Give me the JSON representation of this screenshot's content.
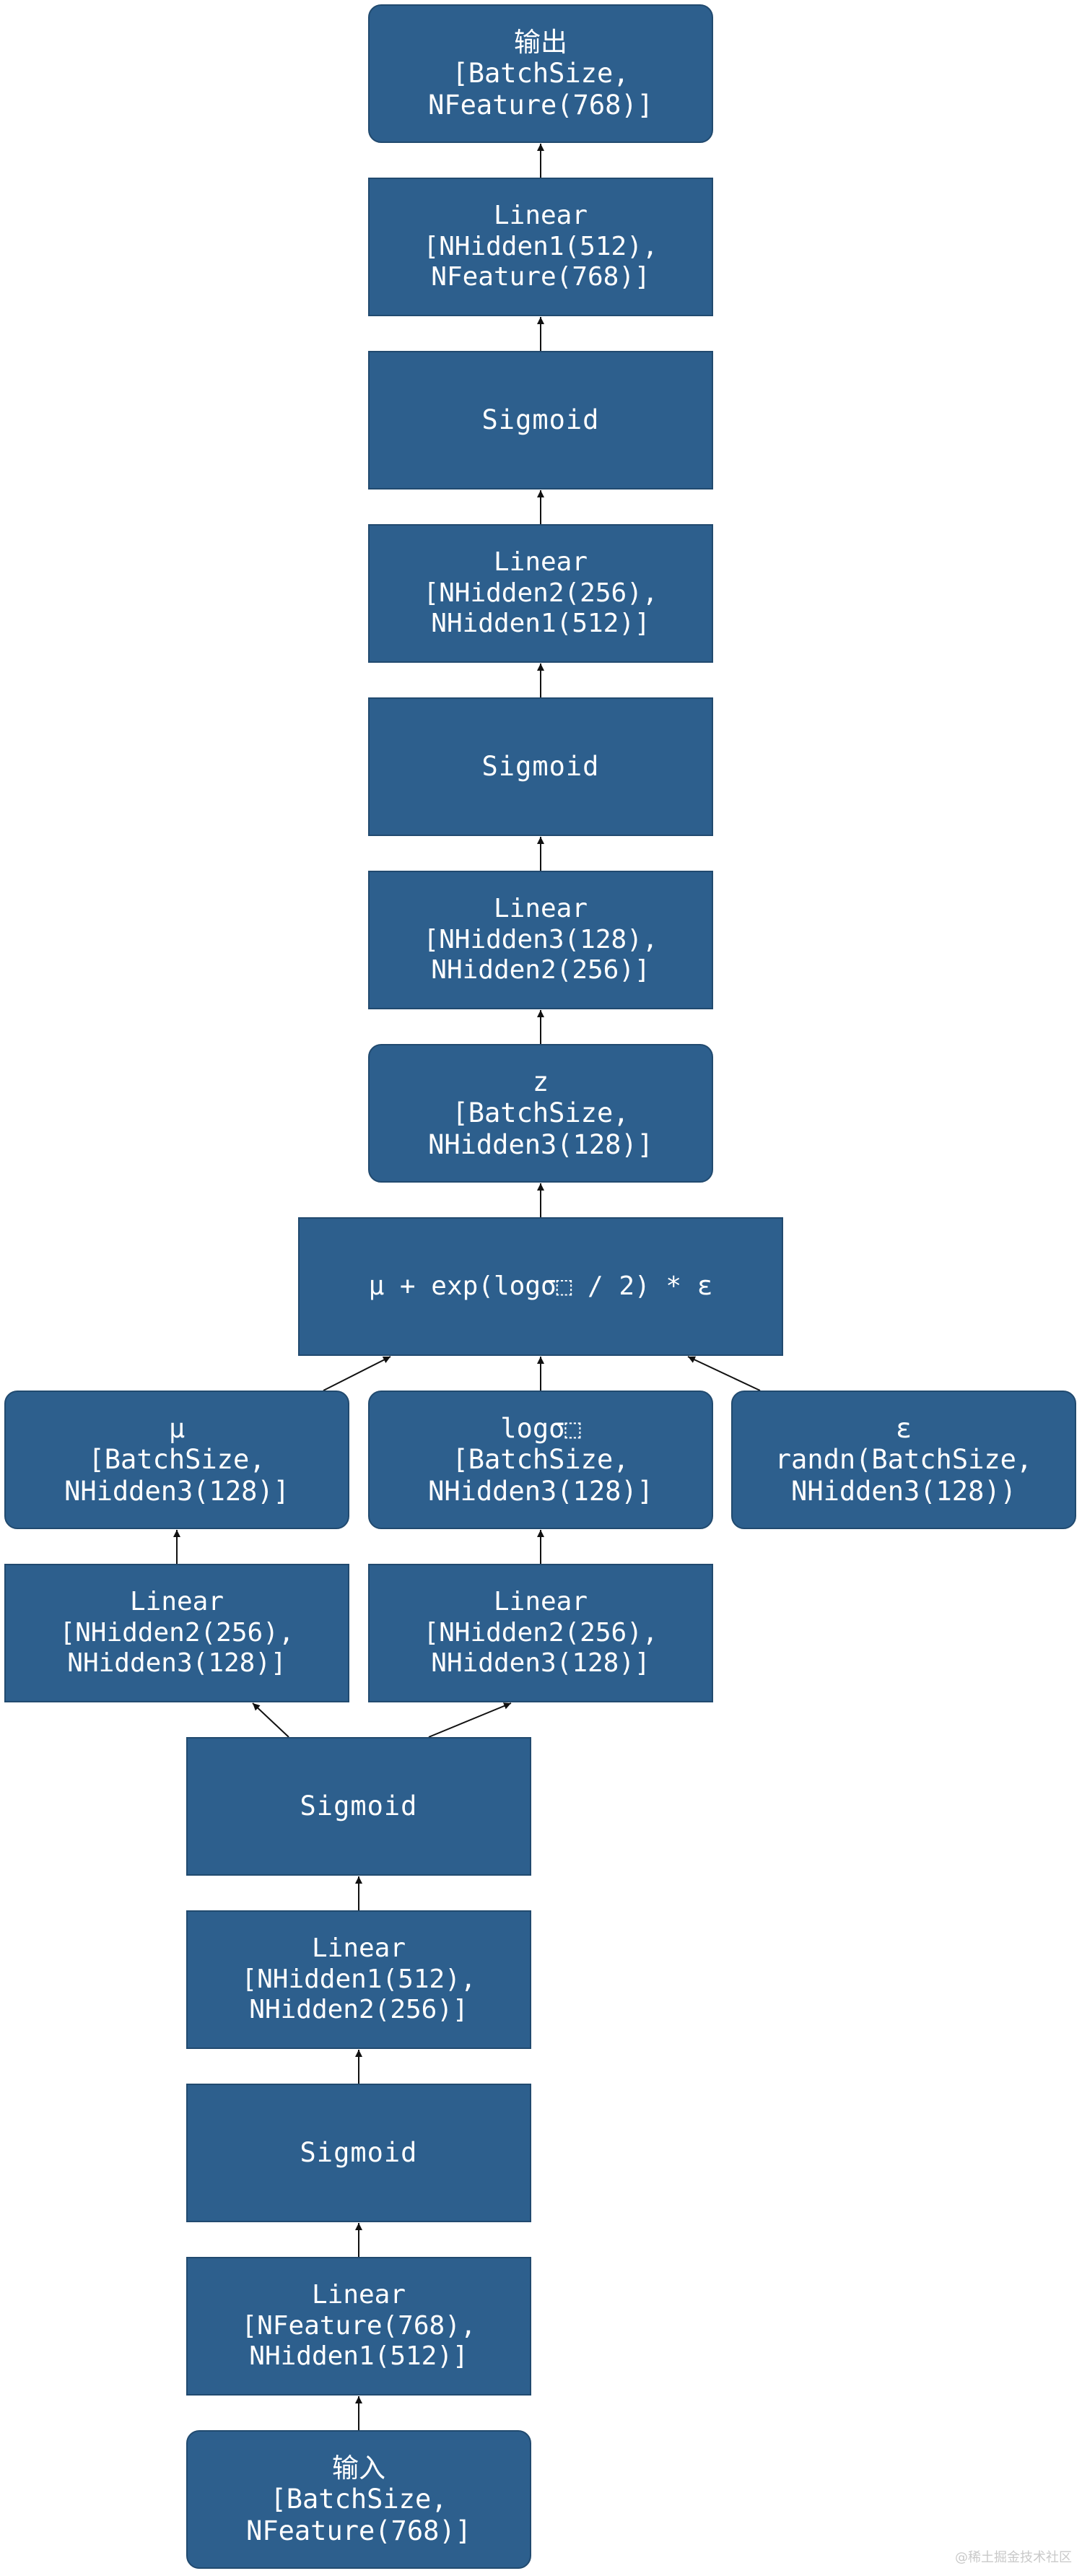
{
  "diagram": {
    "nodes": [
      {
        "id": "output",
        "label": "输出\n[BatchSize,\nNFeature(768)]",
        "kind": "tensor",
        "shape": "rounded"
      },
      {
        "id": "dec-lin3",
        "label": "Linear\n[NHidden1(512),\nNFeature(768)]",
        "kind": "op",
        "shape": "square"
      },
      {
        "id": "dec-sig2",
        "label": "Sigmoid",
        "kind": "act",
        "shape": "square"
      },
      {
        "id": "dec-lin2",
        "label": "Linear\n[NHidden2(256),\nNHidden1(512)]",
        "kind": "op",
        "shape": "square"
      },
      {
        "id": "dec-sig1",
        "label": "Sigmoid",
        "kind": "act",
        "shape": "square"
      },
      {
        "id": "dec-lin1",
        "label": "Linear\n[NHidden3(128),\nNHidden2(256)]",
        "kind": "op",
        "shape": "square"
      },
      {
        "id": "z",
        "label": "z\n[BatchSize,\nNHidden3(128)]",
        "kind": "tensor",
        "shape": "rounded"
      },
      {
        "id": "reparam",
        "label": "μ + exp(logσ⬚ / 2) * ε",
        "kind": "op",
        "shape": "square"
      },
      {
        "id": "mu",
        "label": "μ\n[BatchSize,\nNHidden3(128)]",
        "kind": "tensor",
        "shape": "rounded"
      },
      {
        "id": "logvar",
        "label": "logσ⬚\n[BatchSize,\nNHidden3(128)]",
        "kind": "tensor",
        "shape": "rounded"
      },
      {
        "id": "eps",
        "label": "ε\nrandn(BatchSize,\nNHidden3(128))",
        "kind": "tensor",
        "shape": "rounded"
      },
      {
        "id": "mu-lin",
        "label": "Linear\n[NHidden2(256),\nNHidden3(128)]",
        "kind": "op",
        "shape": "square"
      },
      {
        "id": "logvar-lin",
        "label": "Linear\n[NHidden2(256),\nNHidden3(128)]",
        "kind": "op",
        "shape": "square"
      },
      {
        "id": "enc-sig2",
        "label": "Sigmoid",
        "kind": "act",
        "shape": "square"
      },
      {
        "id": "enc-lin2",
        "label": "Linear\n[NHidden1(512),\nNHidden2(256)]",
        "kind": "op",
        "shape": "square"
      },
      {
        "id": "enc-sig1",
        "label": "Sigmoid",
        "kind": "act",
        "shape": "square"
      },
      {
        "id": "enc-lin1",
        "label": "Linear\n[NFeature(768),\nNHidden1(512)]",
        "kind": "op",
        "shape": "square"
      },
      {
        "id": "input",
        "label": "输入\n[BatchSize,\nNFeature(768)]",
        "kind": "tensor",
        "shape": "rounded"
      }
    ],
    "edges": [
      {
        "from": "input",
        "to": "enc-lin1"
      },
      {
        "from": "enc-lin1",
        "to": "enc-sig1"
      },
      {
        "from": "enc-sig1",
        "to": "enc-lin2"
      },
      {
        "from": "enc-lin2",
        "to": "enc-sig2"
      },
      {
        "from": "enc-sig2",
        "to": "mu-lin"
      },
      {
        "from": "enc-sig2",
        "to": "logvar-lin"
      },
      {
        "from": "mu-lin",
        "to": "mu"
      },
      {
        "from": "logvar-lin",
        "to": "logvar"
      },
      {
        "from": "mu",
        "to": "reparam"
      },
      {
        "from": "logvar",
        "to": "reparam"
      },
      {
        "from": "eps",
        "to": "reparam"
      },
      {
        "from": "reparam",
        "to": "z"
      },
      {
        "from": "z",
        "to": "dec-lin1"
      },
      {
        "from": "dec-lin1",
        "to": "dec-sig1"
      },
      {
        "from": "dec-sig1",
        "to": "dec-lin2"
      },
      {
        "from": "dec-lin2",
        "to": "dec-sig2"
      },
      {
        "from": "dec-sig2",
        "to": "dec-lin3"
      },
      {
        "from": "dec-lin3",
        "to": "output"
      }
    ],
    "colors": {
      "node_fill": "#2d5f8d",
      "node_border": "#214a6f",
      "node_text": "#ffffff",
      "edge": "#111111",
      "background": "#ffffff"
    }
  },
  "watermark": "@稀土掘金技术社区"
}
